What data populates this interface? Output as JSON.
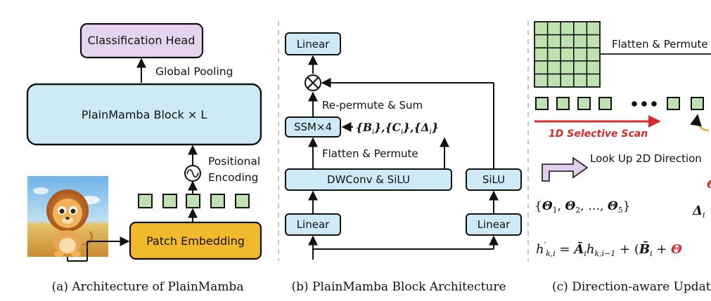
{
  "panel_a": {
    "classification_head": "Classification Head",
    "global_pooling": "Global Pooling",
    "plainmamba_block": "PlainMamba Block × L",
    "positional": "Positional",
    "encoding": "Encoding",
    "patch_embedding": "Patch Embedding",
    "caption": "(a) Architecture of PlainMamba",
    "colors": {
      "head": "#e6d3ee",
      "block": "#cdeaf6",
      "patch": "#f2b92c",
      "token": "#bfe3b0"
    }
  },
  "panel_b": {
    "linear_top": "Linear",
    "repermute_sum": "Re-permute & Sum",
    "ssm": "SSM×4",
    "ssm_params": "{B_i},{C_i},{Δ_i}",
    "flatten_permute": "Flatten & Permute",
    "dwconv": "DWConv & SiLU",
    "silu": "SiLU",
    "linear_left": "Linear",
    "linear_right": "Linear",
    "caption": "(b) PlainMamba Block Architecture"
  },
  "panel_c": {
    "flatten_permute": "Flatten & Permute",
    "selective_scan": "1D Selective Scan",
    "lookup": "Look Up 2D Direction",
    "theta_set": "{Θ1, Θ2, ..., Θ5}",
    "delta": "Δi",
    "equation": "h'k,i = Āi hk,i−1 + (B̄i + Θ",
    "caption": "(c) Direction-aware Updat"
  }
}
